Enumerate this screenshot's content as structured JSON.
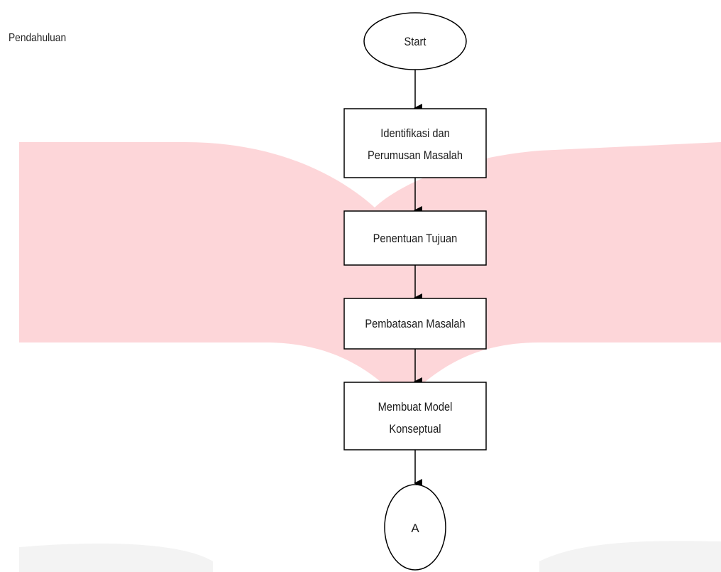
{
  "section_label": "Pendahuluan",
  "colors": {
    "watermark": "#fdd6d9",
    "watermark_light": "#f3f3f3",
    "stroke": "#000000"
  },
  "nodes": {
    "start": "Start",
    "step1_line1": "Identifikasi dan",
    "step1_line2": "Perumusan Masalah",
    "step2": "Penentuan Tujuan",
    "step3": "Pembatasan Masalah",
    "step4_line1": "Membuat Model",
    "step4_line2": "Konseptual",
    "connector": "A"
  }
}
